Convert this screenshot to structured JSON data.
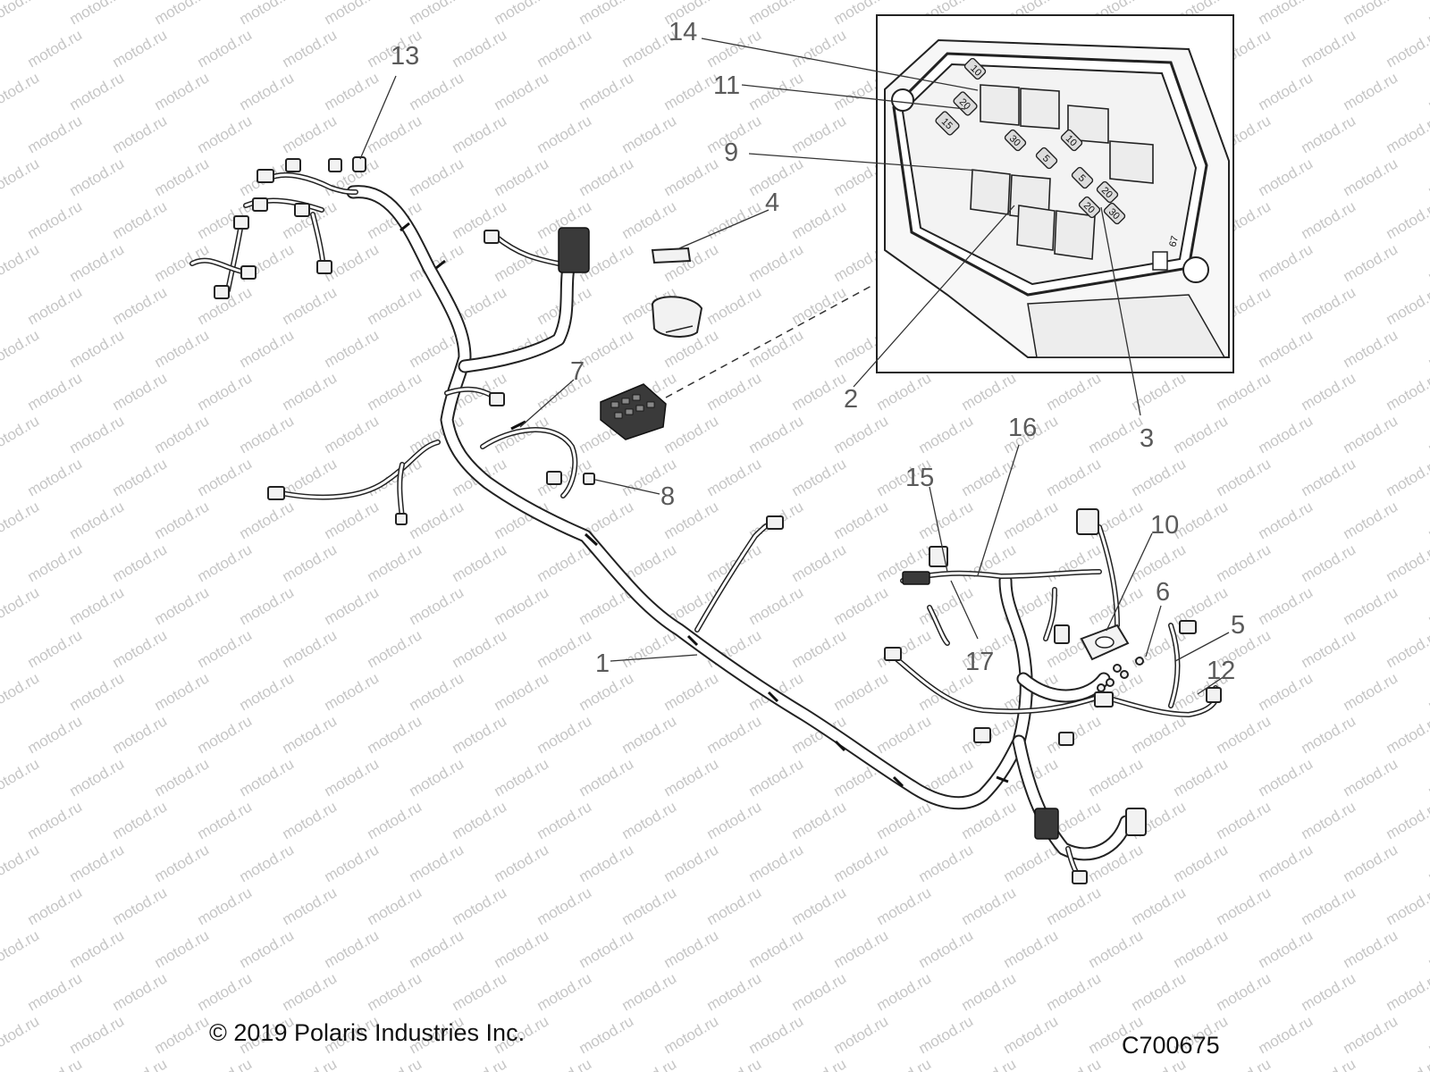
{
  "watermark_text": "motod.ru",
  "callouts": [
    {
      "id": "1",
      "label": "1"
    },
    {
      "id": "2",
      "label": "2"
    },
    {
      "id": "3",
      "label": "3"
    },
    {
      "id": "4",
      "label": "4"
    },
    {
      "id": "5",
      "label": "5"
    },
    {
      "id": "6",
      "label": "6"
    },
    {
      "id": "7",
      "label": "7"
    },
    {
      "id": "8",
      "label": "8"
    },
    {
      "id": "9",
      "label": "9"
    },
    {
      "id": "10",
      "label": "10"
    },
    {
      "id": "11",
      "label": "11"
    },
    {
      "id": "12",
      "label": "12"
    },
    {
      "id": "13",
      "label": "13"
    },
    {
      "id": "14",
      "label": "14"
    },
    {
      "id": "15",
      "label": "15"
    },
    {
      "id": "16",
      "label": "16"
    },
    {
      "id": "17",
      "label": "17"
    }
  ],
  "fuse_box_labels": {
    "small_fuses": [
      "10",
      "20",
      "15",
      "30",
      "5",
      "10",
      "5",
      "20",
      "20",
      "30"
    ],
    "box_number": "67"
  },
  "footer": {
    "copyright": "© 2019 Polaris Industries Inc.",
    "figure_code": "C700675"
  }
}
